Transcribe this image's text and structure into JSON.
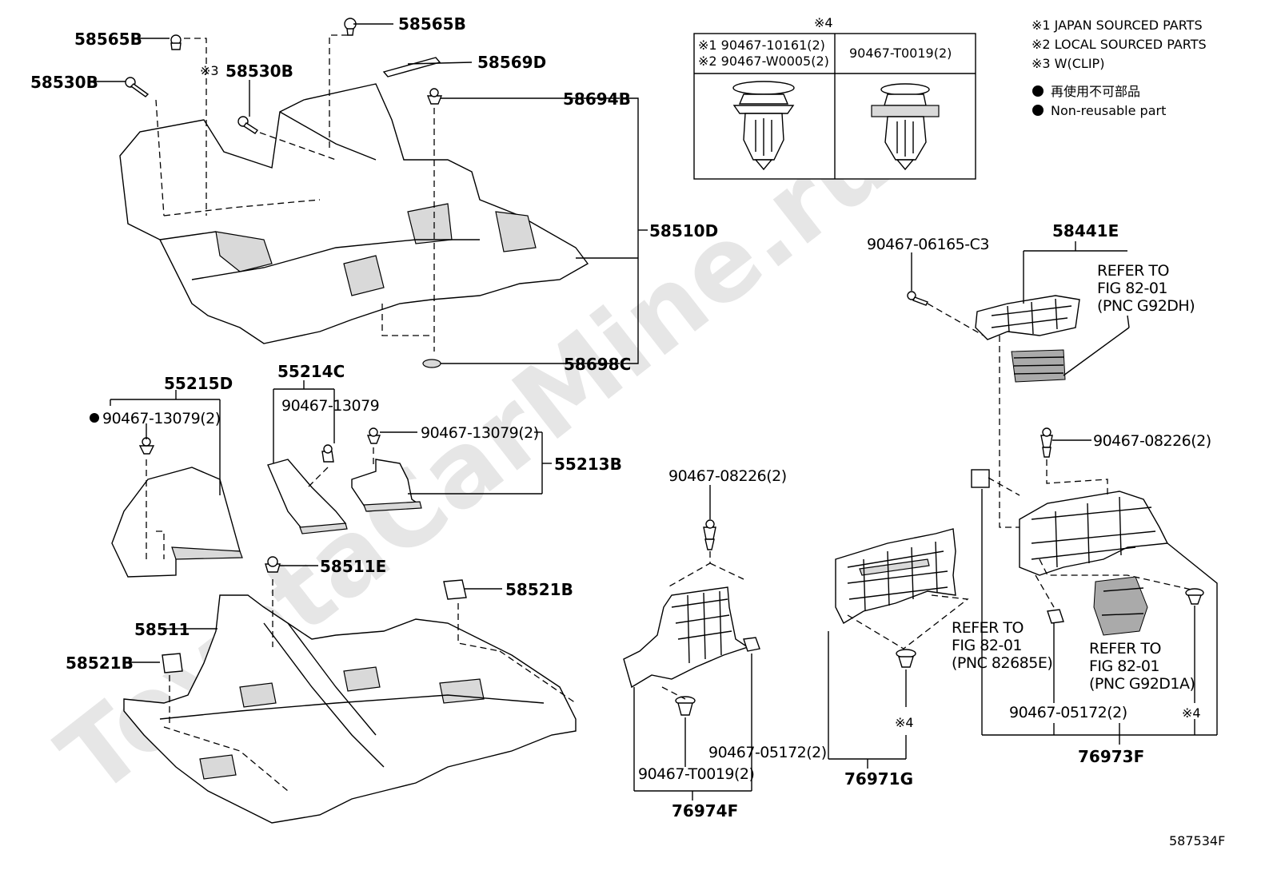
{
  "watermark": "ToyotaCarMine.ru",
  "figure_code": "587534F",
  "legend": {
    "l1": "※1 JAPAN SOURCED PARTS",
    "l2": "※2 LOCAL SOURCED PARTS",
    "l3": "※3 W(CLIP)",
    "l4": "再使用不可部品",
    "l5": "Non-reusable part"
  },
  "clip_table": {
    "title": "※4",
    "col1_line1": "※1 90467-10161(2)",
    "col1_line2": "※2 90467-W0005(2)",
    "col2": "90467-T0019(2)"
  },
  "labels": {
    "p58565B_a": "58565B",
    "p58565B_b": "58565B",
    "p58530B_a": "58530B",
    "p58530B_b": "58530B",
    "mark3": "※3",
    "p58569D": "58569D",
    "p58694B": "58694B",
    "p58510D": "58510D",
    "p58698C": "58698C",
    "p55215D": "55215D",
    "p90467_13079_2a": "90467-13079(2)",
    "p55214C": "55214C",
    "p90467_13079": "90467-13079",
    "p90467_13079_2b": "90467-13079(2)",
    "p55213B": "55213B",
    "p58511E": "58511E",
    "p58521B_a": "58521B",
    "p58511": "58511",
    "p58521B_b": "58521B",
    "p90467_08226_a": "90467-08226(2)",
    "p90467_T0019": "90467-T0019(2)",
    "p90467_05172_a": "90467-05172(2)",
    "p76974F": "76974F",
    "p76971G": "76971G",
    "mark4_a": "※4",
    "p90467_06165": "90467-06165-C3",
    "p58441E": "58441E",
    "refer1_a": "REFER TO",
    "refer1_b": "FIG 82-01",
    "refer1_c": "(PNC G92DH)",
    "p90467_08226_b": "90467-08226(2)",
    "refer2_a": "REFER TO",
    "refer2_b": "FIG 82-01",
    "refer2_c": "(PNC 82685E)",
    "refer3_a": "REFER TO",
    "refer3_b": "FIG 82-01",
    "refer3_c": "(PNC G92D1A)",
    "p90467_05172_b": "90467-05172(2)",
    "mark4_b": "※4",
    "p76973F": "76973F"
  }
}
